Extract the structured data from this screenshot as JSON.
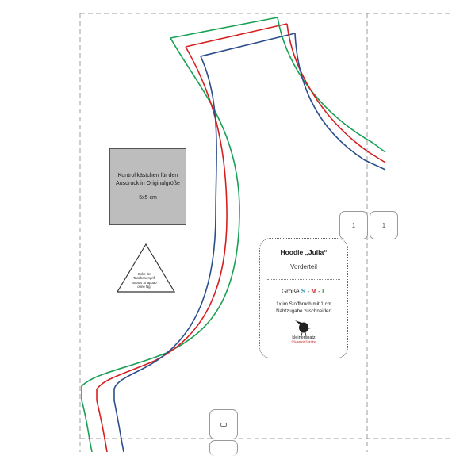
{
  "control_box": {
    "line1": "Kontrollkästchen für den",
    "line2": "Ausdruck in Originalgröße",
    "size": "5x5 cm",
    "color": "#bdbdbd"
  },
  "triangle": {
    "line1": "Ecke für",
    "line2": "Taschenengriff",
    "line3": "4x aus Snappap",
    "line4": "ohne Ng."
  },
  "page_tabs": [
    "1",
    "1"
  ],
  "label": {
    "title": "Hoodie „Julia“",
    "part": "Vorderteil",
    "size_prefix": "Größe",
    "size_s": "S",
    "size_sep1": "-",
    "size_m": "M",
    "size_sep2": "-",
    "size_l": "L",
    "instruction_line1": "1x im Stoffbruch mit 1 cm",
    "instruction_line2": "Nahtzugabe zuschneiden"
  },
  "logo": {
    "brand": "kleinerspatz",
    "sub": "©Susanne Sperling"
  },
  "colors": {
    "size_s": "#1e88a8",
    "size_m": "#d32f2f",
    "size_l": "#2e9b4f",
    "line_green": "#19a055",
    "line_red": "#d62020",
    "line_blue": "#2c4f8c",
    "border_dash": "#9e9e9e"
  }
}
